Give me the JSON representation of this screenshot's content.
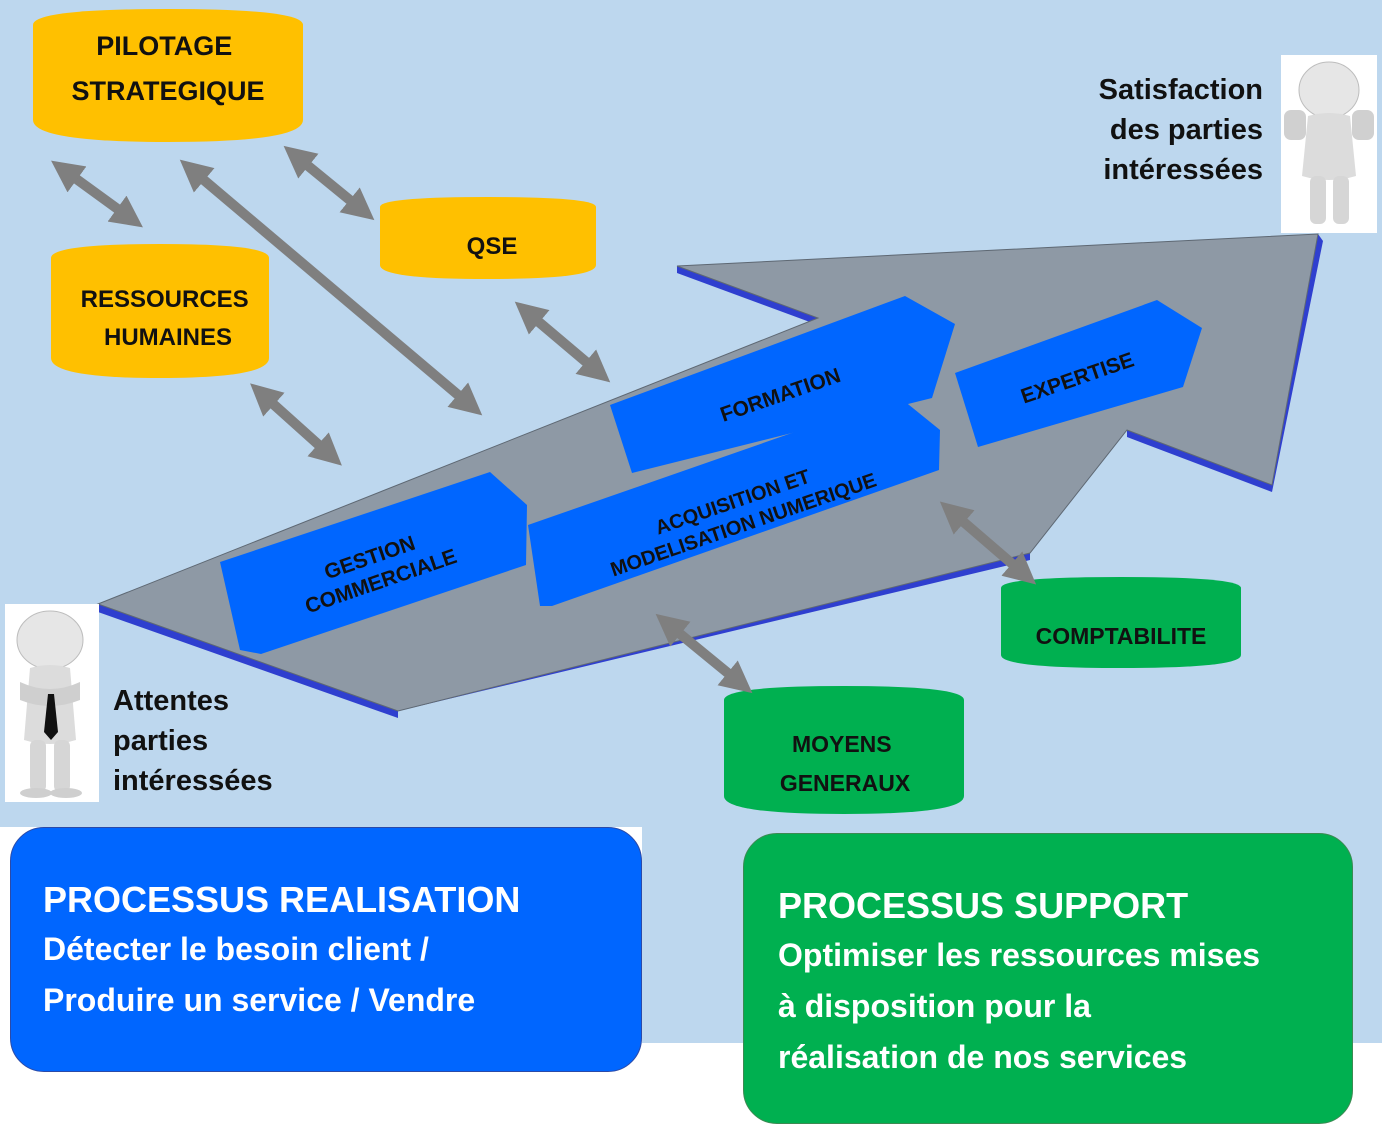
{
  "left_text": [
    "Attentes",
    "parties",
    "intéressées"
  ],
  "right_text": [
    "Satisfaction",
    "des parties",
    "intéressées"
  ],
  "management": {
    "pilotage": [
      "PILOTAGE",
      "STRATEGIQUE"
    ],
    "qse": [
      "QSE"
    ],
    "rh": [
      "RESSOURCES",
      "HUMAINES"
    ]
  },
  "support": {
    "comptabilite": [
      "COMPTABILITE"
    ],
    "moyens": [
      "MOYENS",
      "GENERAUX"
    ]
  },
  "realisation": {
    "gestion": [
      "GESTION",
      "COMMERCIALE"
    ],
    "acquisition": [
      "ACQUISITION ET",
      "MODELISATION NUMERIQUE"
    ],
    "formation": [
      "FORMATION"
    ],
    "expertise": [
      "EXPERTISE"
    ]
  },
  "box_realisation": {
    "title": "PROCESSUS REALISATION",
    "lines": [
      "Détecter le besoin client /",
      "Produire un service / Vendre"
    ]
  },
  "box_support": {
    "title": "PROCESSUS SUPPORT",
    "lines": [
      "Optimiser les ressources mises",
      "à disposition pour la",
      "réalisation de nos services"
    ]
  },
  "colors": {
    "background": "#bdd7ee",
    "management": "#ffc000",
    "support": "#00b050",
    "process_arrow": "#0066ff",
    "big_arrow": "#8e99a5",
    "arrow_edge": "#2f3fcf",
    "connector": "#7f7f7f"
  }
}
